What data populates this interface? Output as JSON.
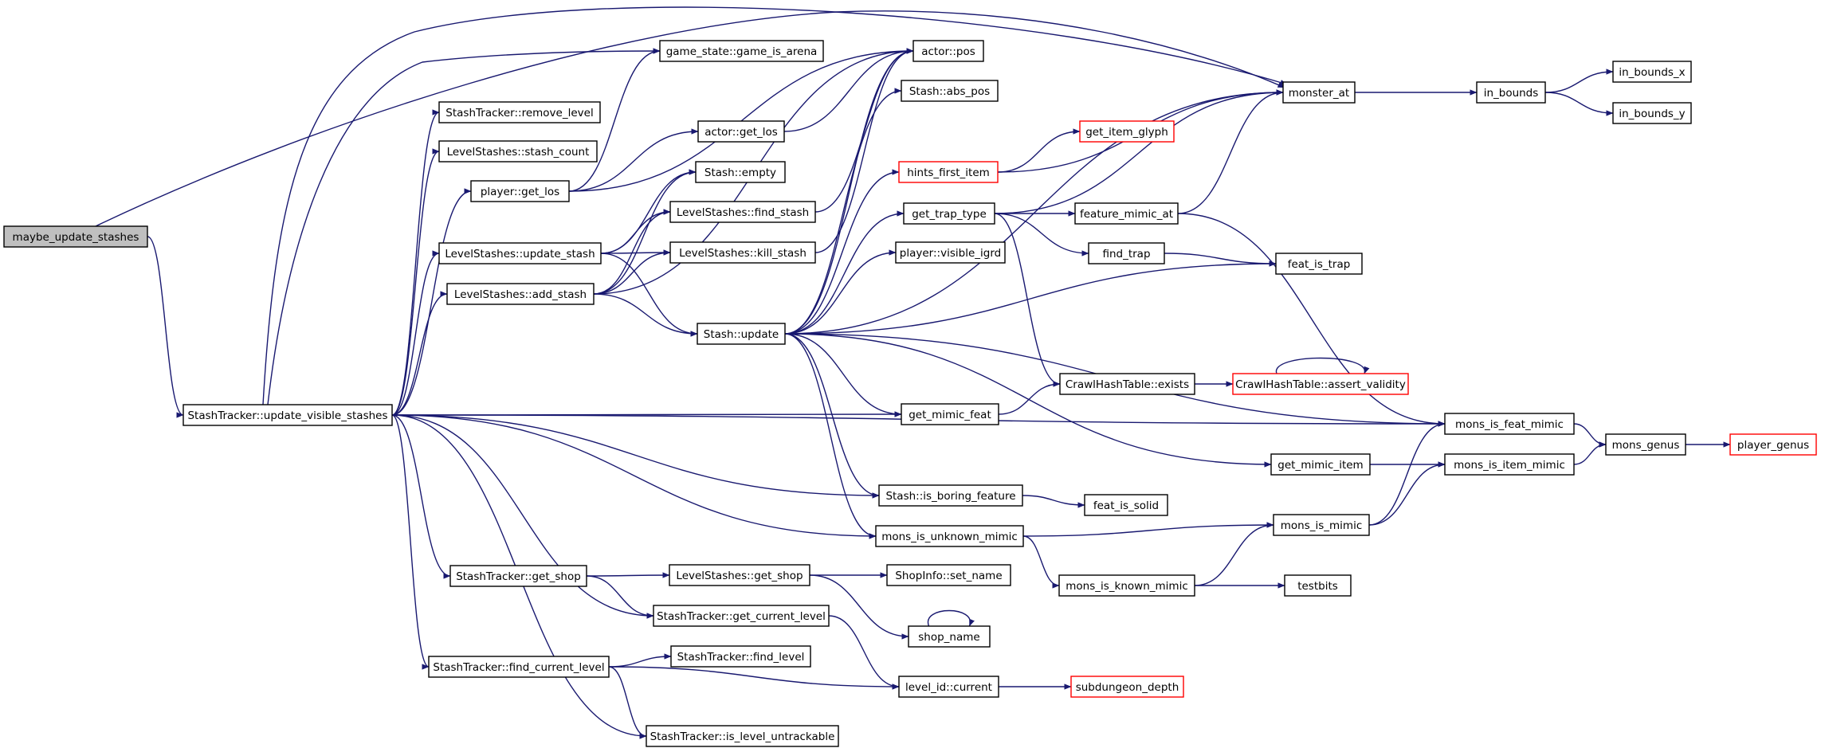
{
  "colors": {
    "edge": "#191970",
    "node_border": "#000000",
    "node_border_truncated": "#ff0000",
    "node_fill": "#ffffff",
    "root_fill": "#bfbfbf"
  },
  "graph": {
    "root": "maybe_update_stashes",
    "nodes": [
      {
        "id": "maybe_update_stashes",
        "label": "maybe_update_stashes",
        "style": "root"
      },
      {
        "id": "game_is_arena",
        "label": "game_state::game_is_arena",
        "style": "normal"
      },
      {
        "id": "monster_at",
        "label": "monster_at",
        "style": "normal"
      },
      {
        "id": "update_visible_stashes",
        "label": "StashTracker::update_visible_stashes",
        "style": "normal"
      },
      {
        "id": "actor_pos",
        "label": "actor::pos",
        "style": "normal"
      },
      {
        "id": "remove_level",
        "label": "StashTracker::remove_level",
        "style": "normal"
      },
      {
        "id": "stash_count",
        "label": "LevelStashes::stash_count",
        "style": "normal"
      },
      {
        "id": "player_get_los",
        "label": "player::get_los",
        "style": "normal"
      },
      {
        "id": "ls_update_stash",
        "label": "LevelStashes::update_stash",
        "style": "normal"
      },
      {
        "id": "ls_add_stash",
        "label": "LevelStashes::add_stash",
        "style": "normal"
      },
      {
        "id": "st_get_shop",
        "label": "StashTracker::get_shop",
        "style": "normal"
      },
      {
        "id": "find_current_level",
        "label": "StashTracker::find_current_level",
        "style": "normal"
      },
      {
        "id": "is_level_untrackable",
        "label": "StashTracker::is_level_untrackable",
        "style": "normal"
      },
      {
        "id": "get_current_level",
        "label": "StashTracker::get_current_level",
        "style": "normal"
      },
      {
        "id": "mons_is_unknown_mimic",
        "label": "mons_is_unknown_mimic",
        "style": "normal"
      },
      {
        "id": "is_boring_feature",
        "label": "Stash::is_boring_feature",
        "style": "normal"
      },
      {
        "id": "mons_is_feat_mimic",
        "label": "mons_is_feat_mimic",
        "style": "normal"
      },
      {
        "id": "get_mimic_feat",
        "label": "get_mimic_feat",
        "style": "normal"
      },
      {
        "id": "stash_update",
        "label": "Stash::update",
        "style": "normal"
      },
      {
        "id": "actor_get_los",
        "label": "actor::get_los",
        "style": "normal"
      },
      {
        "id": "stash_empty",
        "label": "Stash::empty",
        "style": "normal"
      },
      {
        "id": "find_stash",
        "label": "LevelStashes::find_stash",
        "style": "normal"
      },
      {
        "id": "kill_stash",
        "label": "LevelStashes::kill_stash",
        "style": "normal"
      },
      {
        "id": "ls_get_shop",
        "label": "LevelStashes::get_shop",
        "style": "normal"
      },
      {
        "id": "find_level",
        "label": "StashTracker::find_level",
        "style": "normal"
      },
      {
        "id": "level_id_current",
        "label": "level_id::current",
        "style": "normal"
      },
      {
        "id": "in_bounds",
        "label": "in_bounds",
        "style": "normal"
      },
      {
        "id": "in_bounds_x",
        "label": "in_bounds_x",
        "style": "normal"
      },
      {
        "id": "in_bounds_y",
        "label": "in_bounds_y",
        "style": "normal"
      },
      {
        "id": "stash_abs_pos",
        "label": "Stash::abs_pos",
        "style": "normal"
      },
      {
        "id": "hints_first_item",
        "label": "hints_first_item",
        "style": "truncated"
      },
      {
        "id": "get_trap_type",
        "label": "get_trap_type",
        "style": "normal"
      },
      {
        "id": "visible_igrd",
        "label": "player::visible_igrd",
        "style": "normal"
      },
      {
        "id": "feat_is_trap",
        "label": "feat_is_trap",
        "style": "normal"
      },
      {
        "id": "chash_exists",
        "label": "CrawlHashTable::exists",
        "style": "normal"
      },
      {
        "id": "get_mimic_item",
        "label": "get_mimic_item",
        "style": "normal"
      },
      {
        "id": "mons_is_mimic",
        "label": "mons_is_mimic",
        "style": "normal"
      },
      {
        "id": "mons_is_known_mimic",
        "label": "mons_is_known_mimic",
        "style": "normal"
      },
      {
        "id": "feat_is_solid",
        "label": "feat_is_solid",
        "style": "normal"
      },
      {
        "id": "shopinfo_set_name",
        "label": "ShopInfo::set_name",
        "style": "normal"
      },
      {
        "id": "shop_name",
        "label": "shop_name",
        "style": "normal"
      },
      {
        "id": "get_item_glyph",
        "label": "get_item_glyph",
        "style": "truncated"
      },
      {
        "id": "feature_mimic_at",
        "label": "feature_mimic_at",
        "style": "normal"
      },
      {
        "id": "find_trap",
        "label": "find_trap",
        "style": "normal"
      },
      {
        "id": "assert_validity",
        "label": "CrawlHashTable::assert_validity",
        "style": "truncated"
      },
      {
        "id": "mons_is_item_mimic",
        "label": "mons_is_item_mimic",
        "style": "normal"
      },
      {
        "id": "testbits",
        "label": "testbits",
        "style": "normal"
      },
      {
        "id": "subdungeon_depth",
        "label": "subdungeon_depth",
        "style": "truncated"
      },
      {
        "id": "mons_genus",
        "label": "mons_genus",
        "style": "normal"
      },
      {
        "id": "player_genus",
        "label": "player_genus",
        "style": "truncated"
      }
    ],
    "edges": [
      [
        "maybe_update_stashes",
        "monster_at"
      ],
      [
        "maybe_update_stashes",
        "update_visible_stashes"
      ],
      [
        "update_visible_stashes",
        "game_is_arena"
      ],
      [
        "update_visible_stashes",
        "monster_at"
      ],
      [
        "update_visible_stashes",
        "remove_level"
      ],
      [
        "update_visible_stashes",
        "stash_count"
      ],
      [
        "update_visible_stashes",
        "player_get_los"
      ],
      [
        "update_visible_stashes",
        "ls_update_stash"
      ],
      [
        "update_visible_stashes",
        "ls_add_stash"
      ],
      [
        "update_visible_stashes",
        "get_mimic_feat"
      ],
      [
        "update_visible_stashes",
        "mons_is_feat_mimic"
      ],
      [
        "update_visible_stashes",
        "is_boring_feature"
      ],
      [
        "update_visible_stashes",
        "mons_is_unknown_mimic"
      ],
      [
        "update_visible_stashes",
        "st_get_shop"
      ],
      [
        "update_visible_stashes",
        "get_current_level"
      ],
      [
        "update_visible_stashes",
        "find_current_level"
      ],
      [
        "update_visible_stashes",
        "is_level_untrackable"
      ],
      [
        "player_get_los",
        "game_is_arena"
      ],
      [
        "player_get_los",
        "actor_pos"
      ],
      [
        "player_get_los",
        "actor_get_los"
      ],
      [
        "actor_get_los",
        "actor_pos"
      ],
      [
        "ls_update_stash",
        "stash_empty"
      ],
      [
        "ls_update_stash",
        "find_stash"
      ],
      [
        "ls_update_stash",
        "kill_stash"
      ],
      [
        "ls_update_stash",
        "stash_update"
      ],
      [
        "ls_add_stash",
        "stash_empty"
      ],
      [
        "ls_add_stash",
        "find_stash"
      ],
      [
        "ls_add_stash",
        "kill_stash"
      ],
      [
        "ls_add_stash",
        "stash_update"
      ],
      [
        "ls_add_stash",
        "actor_pos"
      ],
      [
        "find_stash",
        "actor_pos"
      ],
      [
        "kill_stash",
        "actor_pos"
      ],
      [
        "stash_update",
        "actor_pos"
      ],
      [
        "stash_update",
        "stash_abs_pos"
      ],
      [
        "stash_update",
        "monster_at"
      ],
      [
        "stash_update",
        "hints_first_item"
      ],
      [
        "stash_update",
        "get_trap_type"
      ],
      [
        "stash_update",
        "visible_igrd"
      ],
      [
        "stash_update",
        "feat_is_trap"
      ],
      [
        "stash_update",
        "mons_is_feat_mimic"
      ],
      [
        "stash_update",
        "get_mimic_feat"
      ],
      [
        "stash_update",
        "is_boring_feature"
      ],
      [
        "stash_update",
        "mons_is_unknown_mimic"
      ],
      [
        "stash_update",
        "get_mimic_item"
      ],
      [
        "hints_first_item",
        "monster_at"
      ],
      [
        "hints_first_item",
        "get_item_glyph"
      ],
      [
        "get_trap_type",
        "monster_at"
      ],
      [
        "get_trap_type",
        "feature_mimic_at"
      ],
      [
        "get_trap_type",
        "find_trap"
      ],
      [
        "get_trap_type",
        "chash_exists"
      ],
      [
        "feature_mimic_at",
        "monster_at"
      ],
      [
        "feature_mimic_at",
        "mons_is_feat_mimic"
      ],
      [
        "find_trap",
        "feat_is_trap"
      ],
      [
        "get_mimic_feat",
        "chash_exists"
      ],
      [
        "chash_exists",
        "assert_validity"
      ],
      [
        "assert_validity",
        "assert_validity"
      ],
      [
        "monster_at",
        "in_bounds"
      ],
      [
        "in_bounds",
        "in_bounds_x"
      ],
      [
        "in_bounds",
        "in_bounds_y"
      ],
      [
        "get_mimic_item",
        "mons_is_item_mimic"
      ],
      [
        "is_boring_feature",
        "feat_is_solid"
      ],
      [
        "mons_is_unknown_mimic",
        "mons_is_mimic"
      ],
      [
        "mons_is_unknown_mimic",
        "mons_is_known_mimic"
      ],
      [
        "mons_is_known_mimic",
        "mons_is_mimic"
      ],
      [
        "mons_is_known_mimic",
        "testbits"
      ],
      [
        "mons_is_mimic",
        "mons_is_feat_mimic"
      ],
      [
        "mons_is_mimic",
        "mons_is_item_mimic"
      ],
      [
        "mons_is_feat_mimic",
        "mons_genus"
      ],
      [
        "mons_is_item_mimic",
        "mons_genus"
      ],
      [
        "mons_genus",
        "player_genus"
      ],
      [
        "st_get_shop",
        "ls_get_shop"
      ],
      [
        "st_get_shop",
        "get_current_level"
      ],
      [
        "ls_get_shop",
        "shopinfo_set_name"
      ],
      [
        "ls_get_shop",
        "shop_name"
      ],
      [
        "shop_name",
        "shop_name"
      ],
      [
        "get_current_level",
        "level_id_current"
      ],
      [
        "find_current_level",
        "find_level"
      ],
      [
        "find_current_level",
        "level_id_current"
      ],
      [
        "find_current_level",
        "is_level_untrackable"
      ],
      [
        "level_id_current",
        "subdungeon_depth"
      ]
    ]
  }
}
